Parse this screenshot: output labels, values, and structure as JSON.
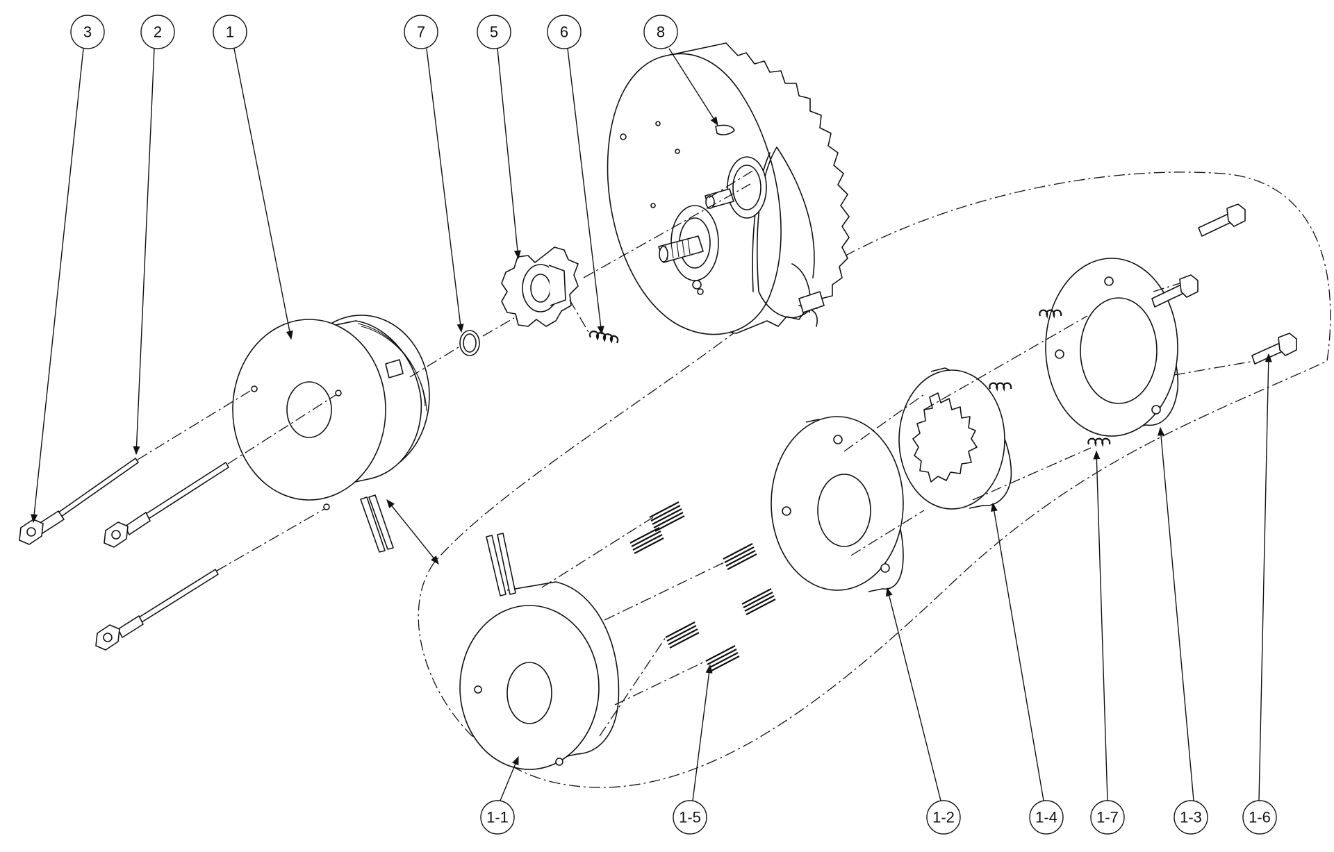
{
  "balloons": [
    {
      "id": "b3",
      "label": "3"
    },
    {
      "id": "b2",
      "label": "2"
    },
    {
      "id": "b1",
      "label": "1"
    },
    {
      "id": "b7",
      "label": "7"
    },
    {
      "id": "b5",
      "label": "5"
    },
    {
      "id": "b6",
      "label": "6"
    },
    {
      "id": "b8",
      "label": "8"
    },
    {
      "id": "b1-1",
      "label": "1-1"
    },
    {
      "id": "b1-5",
      "label": "1-5"
    },
    {
      "id": "b1-2",
      "label": "1-2"
    },
    {
      "id": "b1-4",
      "label": "1-4"
    },
    {
      "id": "b1-7",
      "label": "1-7"
    },
    {
      "id": "b1-3",
      "label": "1-3"
    },
    {
      "id": "b1-6",
      "label": "1-6"
    }
  ]
}
